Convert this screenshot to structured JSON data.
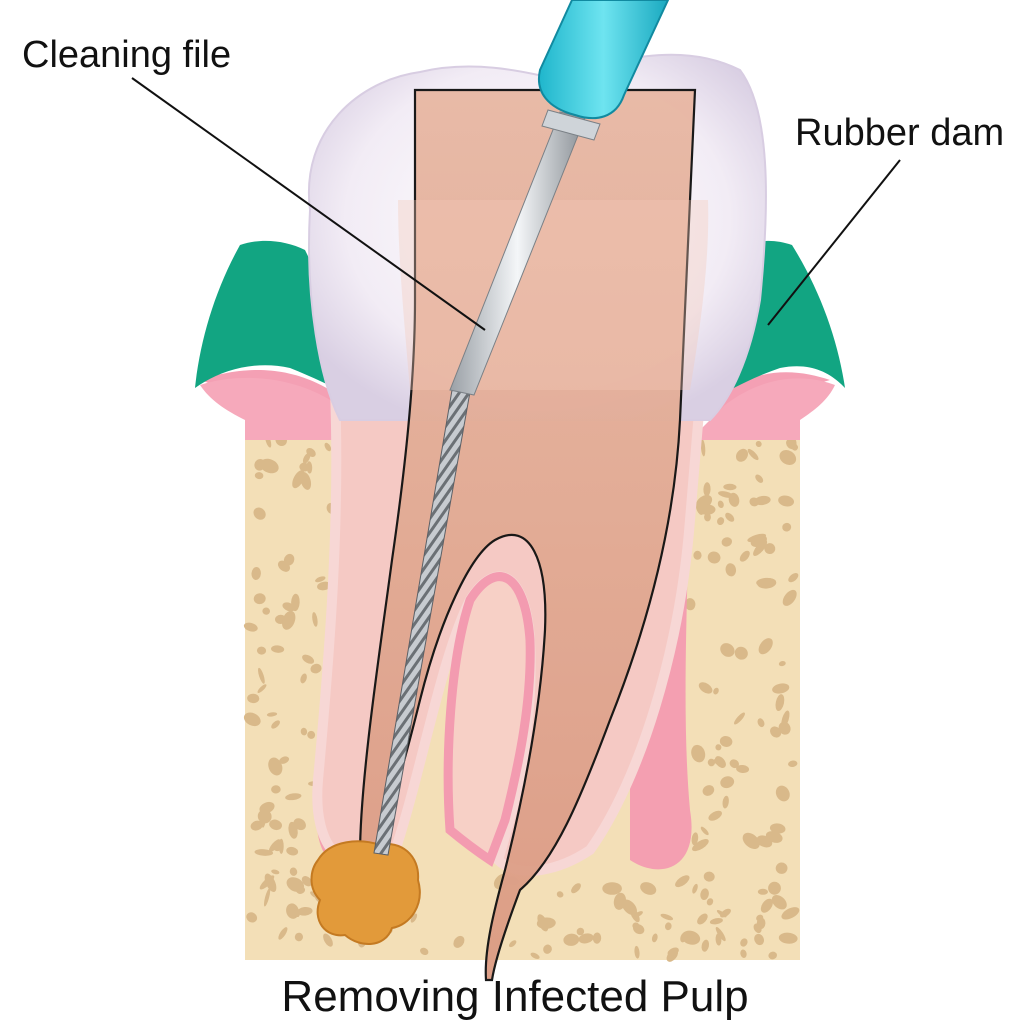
{
  "title": "Removing Infected Pulp",
  "labels": {
    "cleaning_file": "Cleaning file",
    "rubber_dam": "Rubber dam"
  },
  "colors": {
    "bone": "#f3dfb7",
    "bone_pores": "#d9b98a",
    "gum": "#f39bb0",
    "rubber_dam": "#12a582",
    "crown": "#efe6f2",
    "pulp": "#e4a98f",
    "instrument_handle": "#3fd0e2",
    "infection": "#e29a3a"
  }
}
